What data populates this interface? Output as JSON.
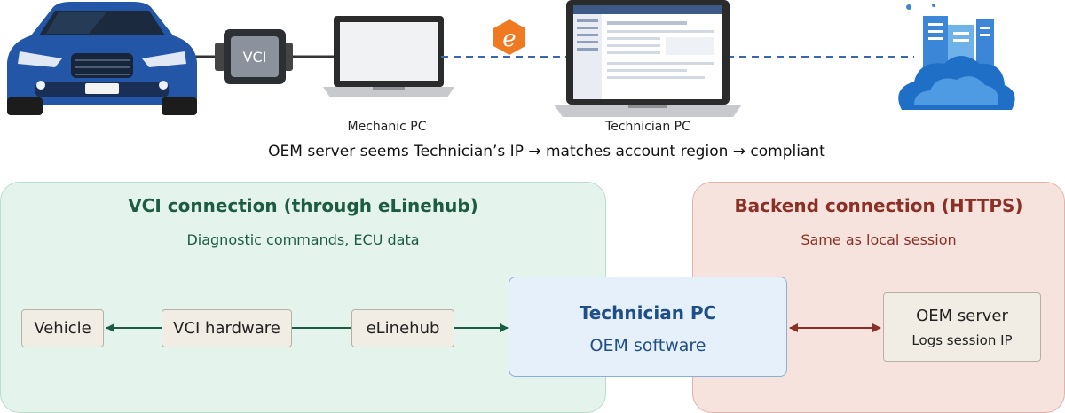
{
  "top": {
    "vci_label": "VCI",
    "mechanic_pc_label": "Mechanic PC",
    "technician_pc_label": "Technician PC",
    "summary": "OEM server seems Technician’s IP → matches account region → compliant"
  },
  "left_panel": {
    "title": "VCI connection (through eLinehub)",
    "subtitle": "Diagnostic commands, ECU data",
    "nodes": [
      "Vehicle",
      "VCI hardware",
      "eLinehub"
    ]
  },
  "center": {
    "title": "Technician PC",
    "subtitle": "OEM software"
  },
  "right_panel": {
    "title": "Backend connection (HTTPS)",
    "subtitle": "Same as local session",
    "server_title": "OEM server",
    "server_subtitle": "Logs session IP"
  },
  "colors": {
    "green_text": "#1e5b43",
    "red_text": "#8c2f25",
    "blue_text": "#1f4e88",
    "car_blue": "#2456a8",
    "dashed_line": "#3b66b0",
    "elinehub_orange": "#f07a22"
  },
  "icons": [
    "car-icon",
    "vci-device-icon",
    "laptop-icon",
    "elinehub-logo-icon",
    "cloud-server-icon"
  ]
}
